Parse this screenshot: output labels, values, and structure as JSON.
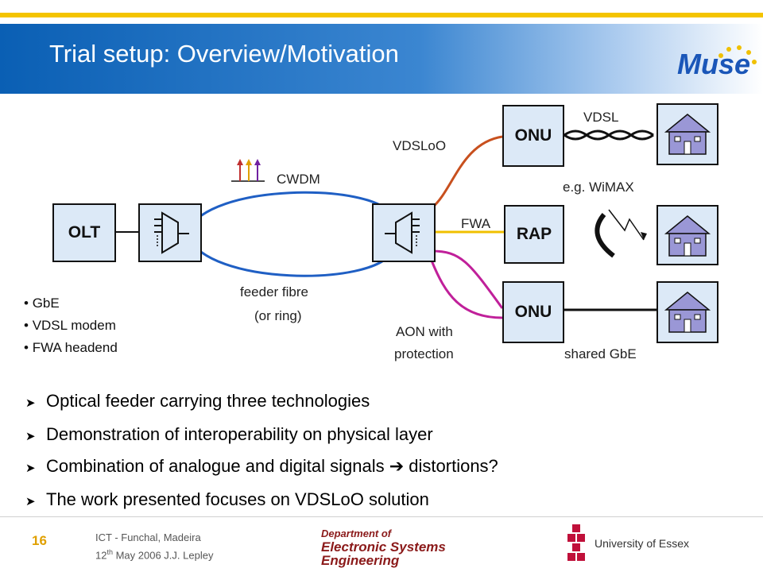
{
  "slide": {
    "title": "Trial setup: Overview/Motivation",
    "logo_text": "Muse"
  },
  "diagram": {
    "olt_label": "OLT",
    "onu_top_label": "ONU",
    "rap_label": "RAP",
    "onu_bottom_label": "ONU",
    "cwdm_label": "CWDM",
    "vdsloo_label": "VDSLoO",
    "vdsl_label": "VDSL",
    "wimax_label": "e.g. WiMAX",
    "fwa_label": "FWA",
    "feeder_label_1": "feeder fibre",
    "feeder_label_2": "(or ring)",
    "aon_label_1": "AON with",
    "aon_label_2": "protection",
    "shared_label": "shared GbE",
    "olt_features": [
      "GbE",
      "VDSL modem",
      "FWA headend"
    ],
    "colors": {
      "fibre": "#1f5fc4",
      "vdsloo": "#c8501e",
      "fwa": "#f0c000",
      "aon": "#c0209a",
      "box_fill": "#dce9f7",
      "house_fill": "#9a97d6"
    }
  },
  "bullets": [
    "Optical feeder carrying three technologies",
    "Demonstration of interoperability on physical layer",
    "Combination of analogue and digital signals ➔ distortions?",
    "The work presented focuses on VDSLoO solution"
  ],
  "footer": {
    "page_number": "16",
    "event": "ICT - Funchal, Madeira",
    "date_day": "12",
    "date_sup": "th",
    "date_rest": " May 2006 J.J. Lepley",
    "dept_line1": "Department of",
    "dept_line2": "Electronic Systems",
    "dept_line3": "Engineering",
    "university": "University of Essex"
  }
}
